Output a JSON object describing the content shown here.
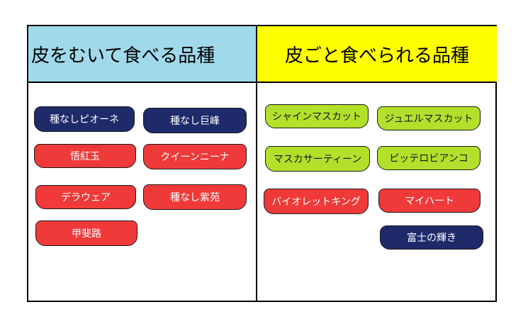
{
  "left": {
    "header": "皮をむいて食べる品種",
    "items": [
      {
        "label": "種なしピオーネ"
      },
      {
        "label": "種なし巨峰"
      },
      {
        "label": "悟紅玉"
      },
      {
        "label": "クイーンニーナ"
      },
      {
        "label": "デラウェア"
      },
      {
        "label": "種なし紫苑"
      },
      {
        "label": "甲斐路"
      }
    ]
  },
  "right": {
    "header": "皮ごと食べられる品種",
    "items": [
      {
        "label": "シャインマスカット"
      },
      {
        "label": "ジュエルマスカット"
      },
      {
        "label": "マスカサーティーン"
      },
      {
        "label": "ピッテロビアンコ"
      },
      {
        "label": "バイオレットキング"
      },
      {
        "label": "マイハート"
      },
      {
        "label": "富士の輝き"
      }
    ]
  },
  "colors": {
    "left_header": "#9fd9ea",
    "right_header": "#ffff00",
    "navy": "#1f2a6b",
    "red": "#f03a3a",
    "green": "#b3e02a"
  }
}
